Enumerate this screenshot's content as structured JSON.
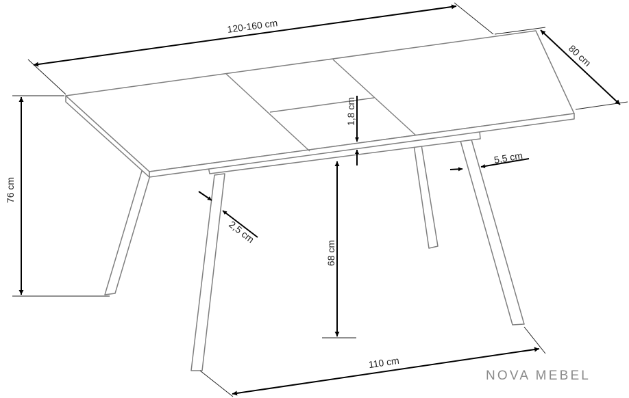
{
  "dimensions": {
    "length": "120-160 cm",
    "depth": "80 cm",
    "height": "76 cm",
    "top_thickness": "1,8 cm",
    "leg_thickness_front": "2,5 cm",
    "leg_thickness_back": "5,5 cm",
    "clearance": "68 cm",
    "leg_spacing": "110 cm"
  },
  "brand": {
    "watermark": "NOVA MEBEL"
  },
  "colors": {
    "outline": "#7f7f7f",
    "dimension_lines": "#000000",
    "watermark": "#8a8a8a"
  }
}
